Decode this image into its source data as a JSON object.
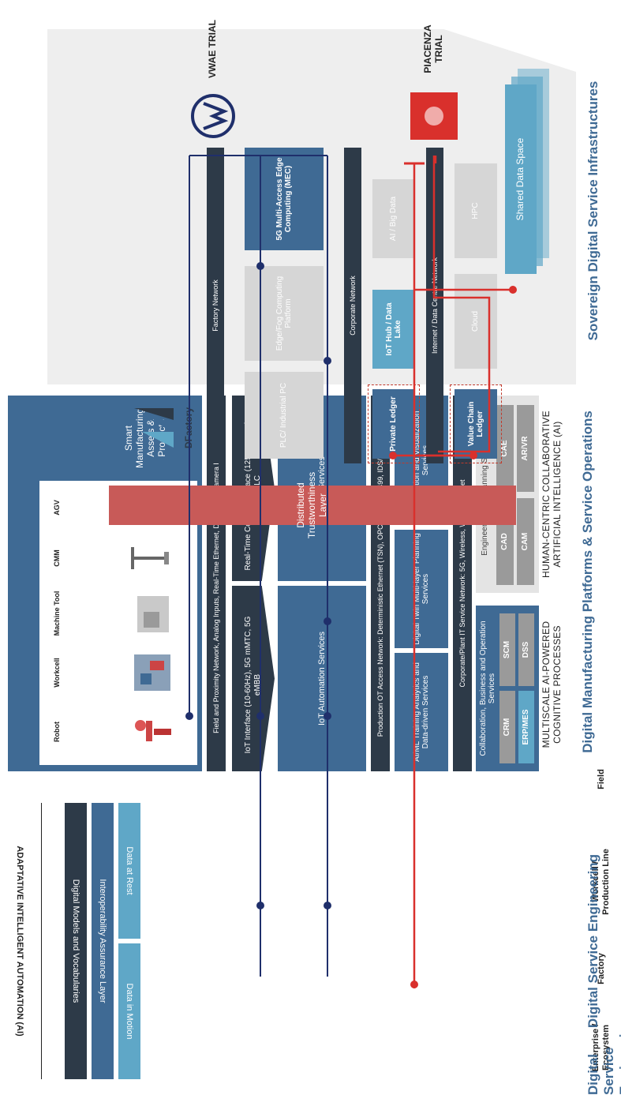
{
  "sections": {
    "infra_title": "Sovereign Digital Service Infrastructures",
    "platform_title": "Digital Manufacturing Platforms & Service Operations",
    "engineering_title": "Digital Service Engineering"
  },
  "levels": {
    "enterprise": "Enterprise / Ecosystem",
    "factory": "Factory",
    "workcell": "Workcell / Production Line",
    "field": "Field"
  },
  "engineering": {
    "models": "Digital Models and Vocabularies",
    "interop": "Interoperability Assurance Layer",
    "motion": "Data in Motion",
    "rest": "Data at Rest",
    "automation": "ADAPTATIVE INTELLIGENT AUTOMATION (AI)"
  },
  "cognitive": {
    "title": "MULTISCALE AI-POWERED COGNITIVE PROCESSES",
    "collab": "Collaboration, Business and Operation Services",
    "crm": "CRM",
    "erp": "ERP/MES",
    "scm": "SCM",
    "dss": "DSS"
  },
  "human": {
    "title": "HUMAN-CENTRIC COLLABORATIVE ARTIFICIAL INTELLIGENCE (AI)",
    "eng": "Engineering and Planning Services",
    "cad": "CAD",
    "cam": "CAM",
    "cae": "CAE",
    "arvr": "AR/VR"
  },
  "networks": {
    "corporate_plant": "Corporate/Plant IT Service Network: 5G, Wireless, Wired Ethernet",
    "production_ot": "Production OT Access Network: Deterministic Ethernet (TSN), OPC-UA, IEC61499, IDS/NGSI-LD",
    "field": "Field and Proximity Network, Analog Inputs, Real-Time Ethernet, Digital IOs, Camera Link, P&P",
    "internet": "Internet / Data Centre Network",
    "corporate": "Corporate Network",
    "factory": "Factory Network"
  },
  "services": {
    "aiml": "AI/ML Training Analytics and Data-driven Services",
    "twin": "Digital Twin Multi-layer Planning Services",
    "sim": "Simulation and Visualization Services",
    "iot": "IoT Automation Services",
    "control": "Control Services",
    "iot_iface": "IoT Interface (10-60Hz), 5G mMTC, 5G eMBB",
    "rt_iface": "Real-Time Control Interface (125-1000 Hz), 5G URLLC",
    "smart": "Smart Manufacturing Assets & Products"
  },
  "assets": [
    "Robot",
    "Workcell",
    "Machine Tool",
    "CMM",
    "AGV"
  ],
  "infra": {
    "trust": "Distributed Trustworthiness Layer",
    "shared": "Shared Data Space",
    "value_chain": "Value Chain Ledger",
    "cloud": "Cloud",
    "hpc": "HPC",
    "private": "Private Ledger",
    "iot_hub": "IoT Hub / Data Lake",
    "ai_bigdata": "AI / Big Data",
    "pc": "PLC/ Industrial PC",
    "edge": "Edge/Fog Computing Platform",
    "mec": "5G Multi-Access Edge Computing (MEC)"
  },
  "brand": "DFactory",
  "trials": {
    "piacenza": "PIACENZA TRIAL",
    "vwae": "VWAE TRIAL"
  },
  "colors": {
    "dark": "#2d3a48",
    "mid": "#3f6a94",
    "light": "#5fa7c7",
    "gray": "#d6d6d6",
    "red_layer": "#c85a58",
    "trial_red": "#d9302c",
    "trial_navy": "#1f2f6b"
  }
}
